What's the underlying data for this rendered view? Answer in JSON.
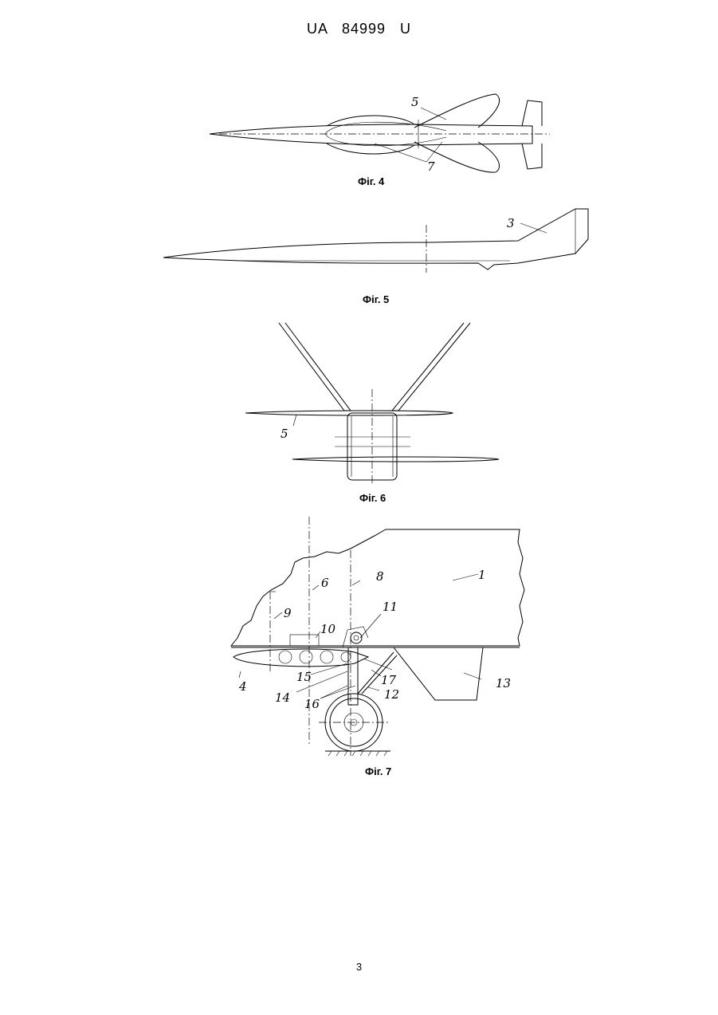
{
  "header": {
    "text": "UA   84999   U"
  },
  "figures": [
    {
      "caption": "Фіг. 4",
      "labels": [
        "5",
        "7"
      ]
    },
    {
      "caption": "Фіг. 5",
      "labels": [
        "3"
      ]
    },
    {
      "caption": "Фіг. 6",
      "labels": [
        "5"
      ]
    },
    {
      "caption": "Фіг. 7",
      "labels": [
        "1",
        "4",
        "6",
        "8",
        "9",
        "10",
        "11",
        "12",
        "13",
        "14",
        "15",
        "16",
        "17"
      ]
    }
  ],
  "page_number": "3"
}
